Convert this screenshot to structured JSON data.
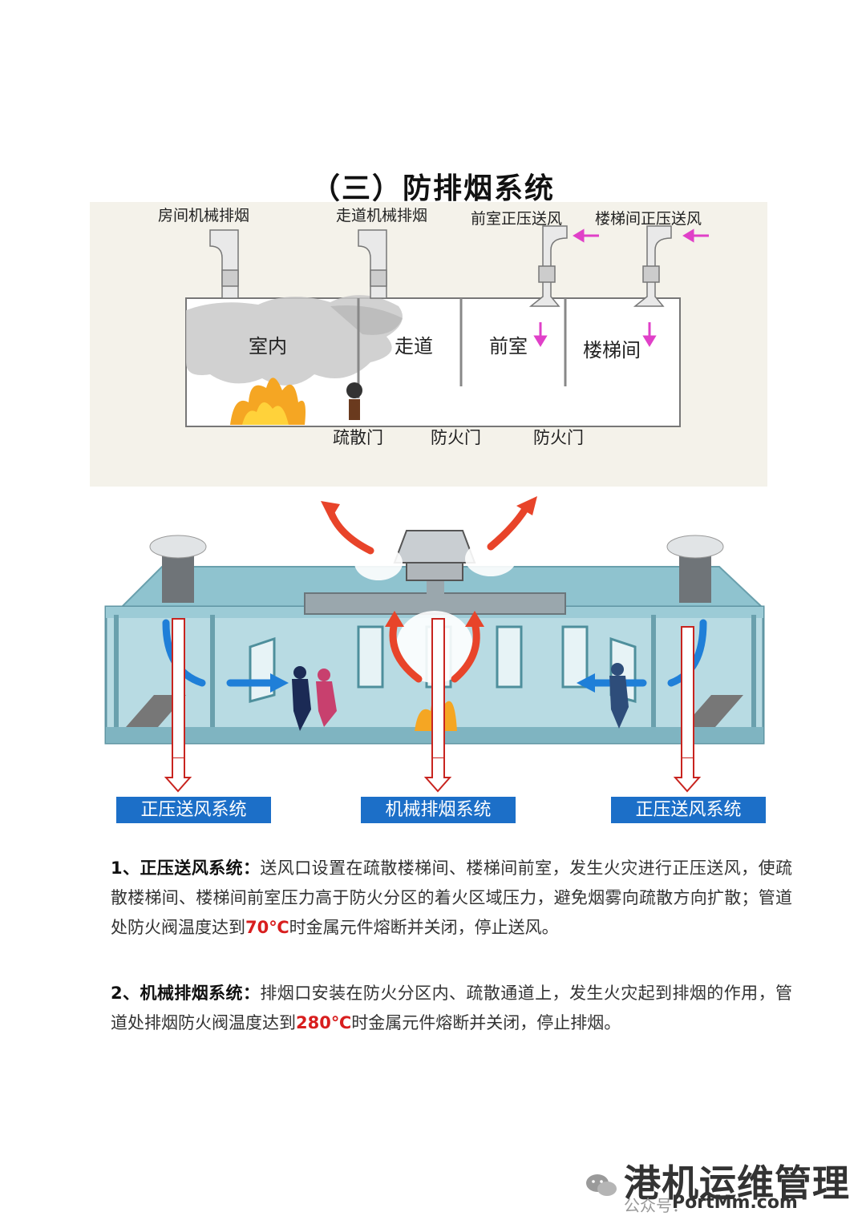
{
  "title": "（三）防排烟系统",
  "schematic": {
    "top_labels": [
      "房间机械排烟",
      "走道机械排烟",
      "前室正压送风",
      "楼梯间正压送风"
    ],
    "rooms": [
      "室内",
      "走道",
      "前室",
      "楼梯间"
    ],
    "doors": [
      "疏散门",
      "防火门",
      "防火门"
    ]
  },
  "systems": [
    "正压送风系统",
    "机械排烟系统",
    "正压送风系统"
  ],
  "paragraphs": [
    {
      "heading": "1、正压送风系统：",
      "before": "送风口设置在疏散楼梯间、楼梯间前室，发生火灾进行正压送风，使疏散楼梯间、楼梯间前室压力高于防火分区的着火区域压力，避免烟雾向疏散方向扩散；管道处防火阀温度达到",
      "highlight": "70℃",
      "after": "时金属元件熔断并关闭，停止送风。"
    },
    {
      "heading": "2、机械排烟系统：",
      "before": "排烟口安装在防火分区内、疏散通道上，发生火灾起到排烟的作用，管道处排烟防火阀温度达到",
      "highlight": "280℃",
      "after": "时金属元件熔断并关闭，停止排烟。"
    }
  ],
  "watermark": {
    "brand": "港机运维管理",
    "account": "公众号：",
    "url": "PortMm.com"
  },
  "colors": {
    "system_box": "#1c6fc8",
    "highlight": "#d81e1e",
    "arrow_pink": "#e040c8",
    "arrow_red": "#e8442a",
    "arrow_blue": "#1f7fd8"
  }
}
